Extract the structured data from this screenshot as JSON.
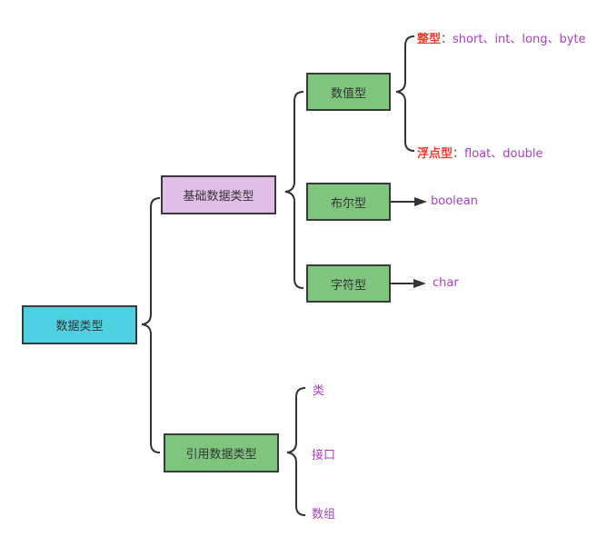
{
  "diagram": {
    "root": {
      "label": "数据类型",
      "color": "#4dd0e1"
    },
    "primitive": {
      "label": "基础数据类型",
      "color": "#e1bee7"
    },
    "reference": {
      "label": "引用数据类型",
      "color": "#7ec67e"
    },
    "numeric": {
      "label": "数值型",
      "color": "#7ec67e"
    },
    "boolean_type": {
      "label": "布尔型",
      "color": "#7ec67e"
    },
    "char_type": {
      "label": "字符型",
      "color": "#7ec67e"
    },
    "integer_leaf": {
      "key": "整型",
      "sep": "：",
      "values": "short、int、long、byte"
    },
    "float_leaf": {
      "key": "浮点型",
      "sep": "：",
      "values": "float、double"
    },
    "boolean_leaf": {
      "label": "boolean"
    },
    "char_leaf": {
      "label": "char"
    },
    "reference_children": [
      {
        "label": "类"
      },
      {
        "label": "接口"
      },
      {
        "label": "数组"
      }
    ],
    "colors": {
      "line": "#333333",
      "leaf_text": "#a93fbf",
      "key_text": "#f03a2e"
    }
  }
}
